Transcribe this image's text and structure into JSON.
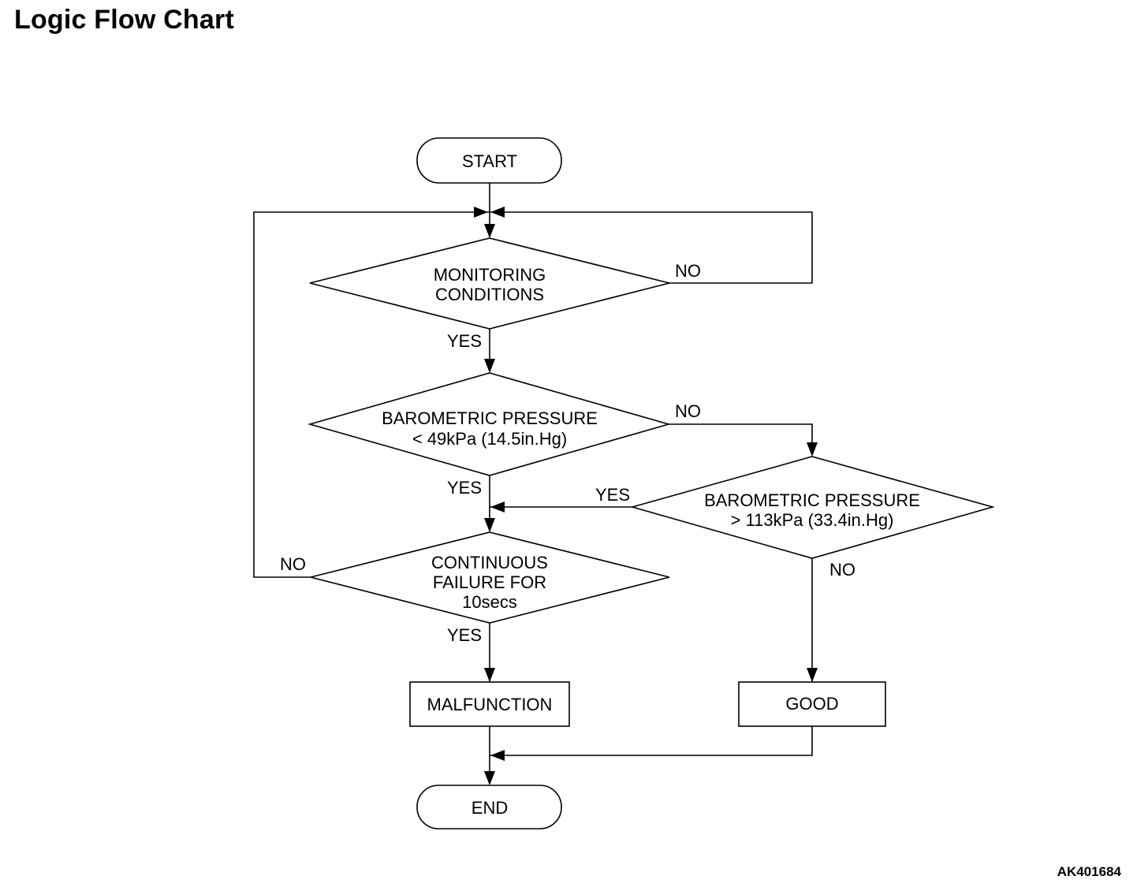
{
  "title": "Logic Flow Chart",
  "figure_id": "AK401684",
  "nodes": {
    "start": {
      "lines": [
        "START"
      ]
    },
    "monitoring": {
      "lines": [
        "MONITORING",
        "CONDITIONS"
      ]
    },
    "baro_low": {
      "lines": [
        "BAROMETRIC PRESSURE",
        "< 49kPa (14.5in.Hg)"
      ]
    },
    "baro_high": {
      "lines": [
        "BAROMETRIC PRESSURE",
        "> 113kPa (33.4in.Hg)"
      ]
    },
    "continuous": {
      "lines": [
        "CONTINUOUS",
        "FAILURE FOR",
        "10secs"
      ]
    },
    "malfunction": {
      "lines": [
        "MALFUNCTION"
      ]
    },
    "good": {
      "lines": [
        "GOOD"
      ]
    },
    "end": {
      "lines": [
        "END"
      ]
    }
  },
  "edge_labels": {
    "monitoring_no": "NO",
    "monitoring_yes": "YES",
    "baro_low_no": "NO",
    "baro_low_yes": "YES",
    "baro_high_yes": "YES",
    "baro_high_no": "NO",
    "continuous_no": "NO",
    "continuous_yes": "YES"
  }
}
